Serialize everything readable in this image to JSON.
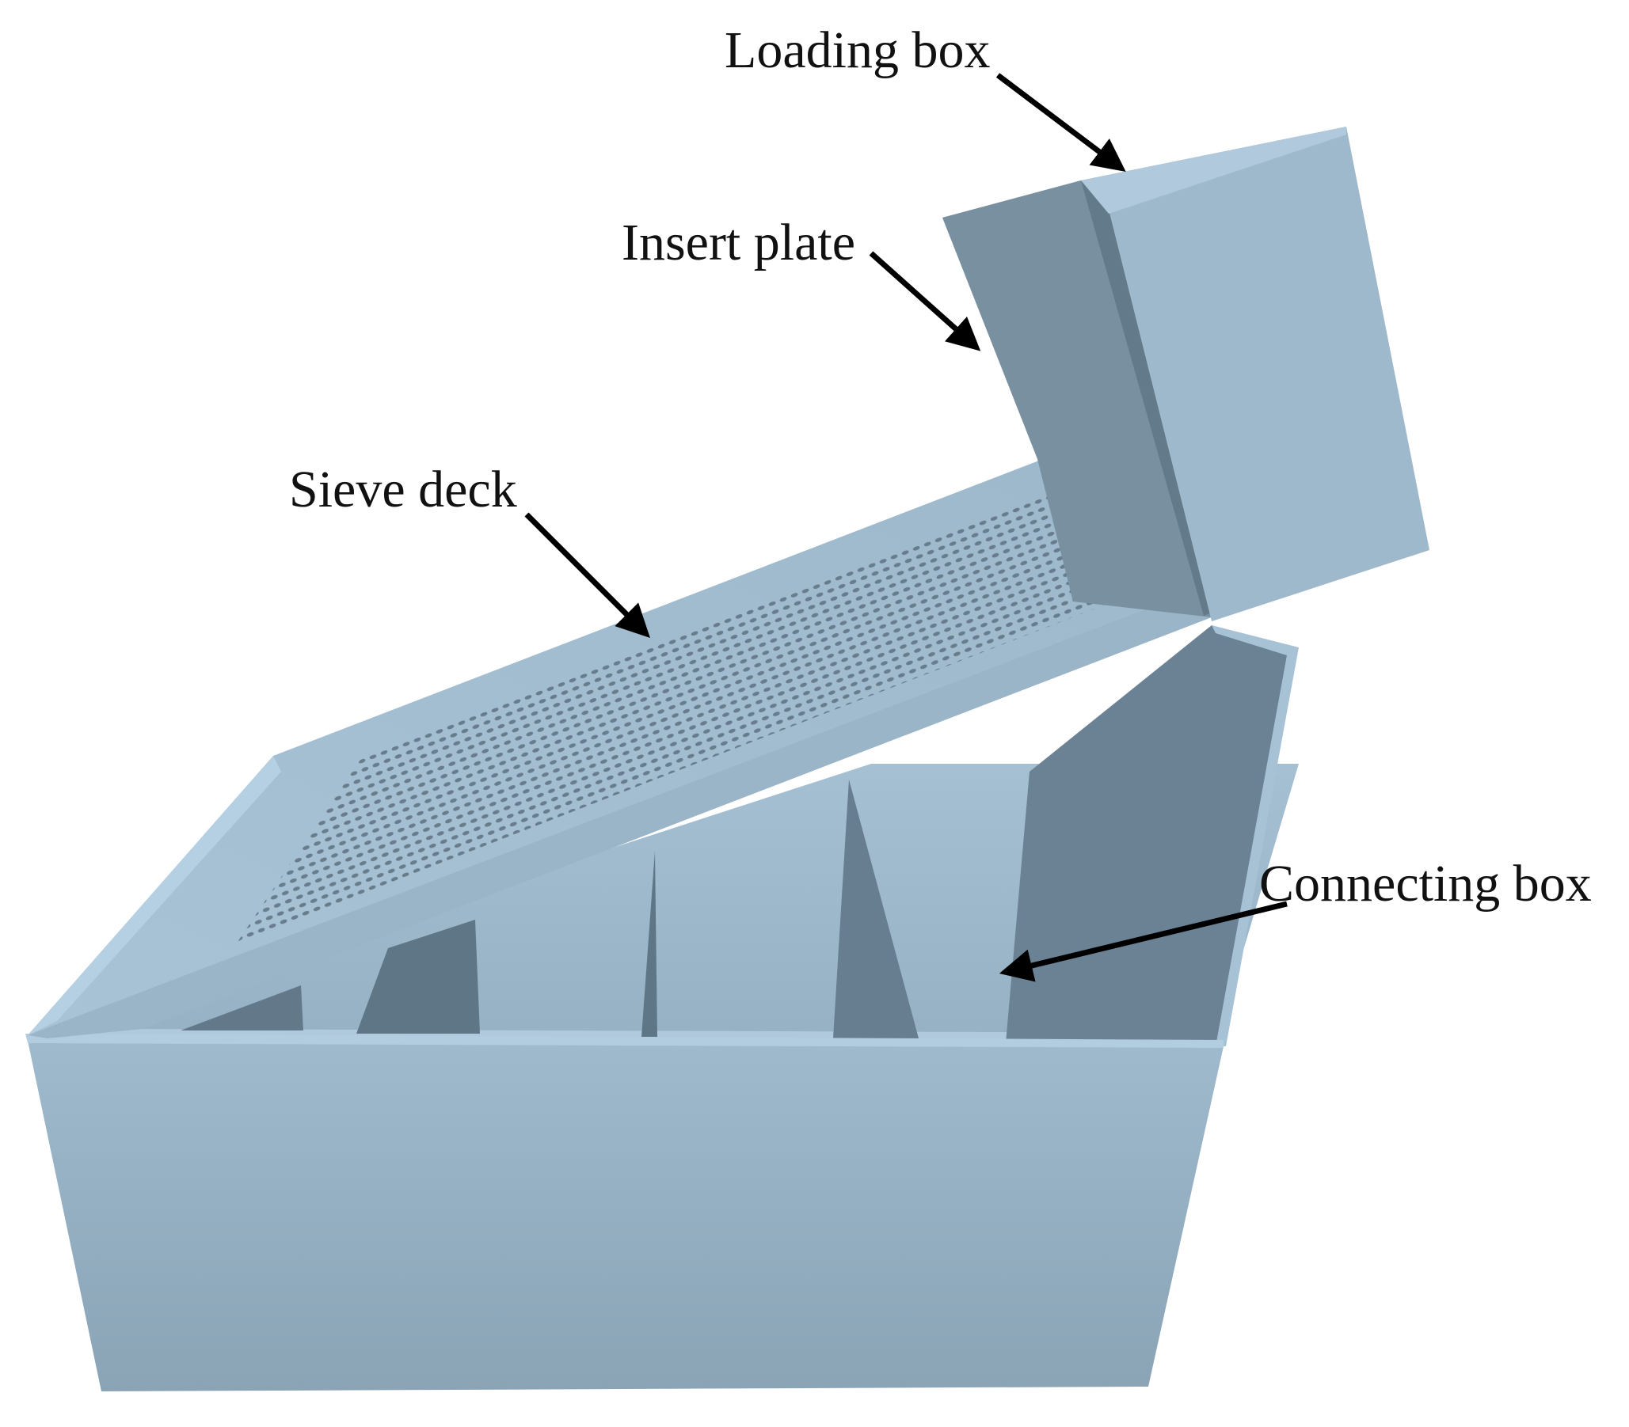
{
  "labels": {
    "loading_box": "Loading box",
    "insert_plate": "Insert plate",
    "sieve_deck": "Sieve deck",
    "connecting_box": "Connecting box"
  },
  "colors": {
    "background": "#ffffff",
    "body_light": "#a4bfd2",
    "body_mid": "#93adc0",
    "body_dark": "#6b8294",
    "shadow": "#5f7686",
    "rim": "#b3cde0",
    "holes": "#5d7180",
    "arrow": "#000000",
    "text": "#111111"
  }
}
